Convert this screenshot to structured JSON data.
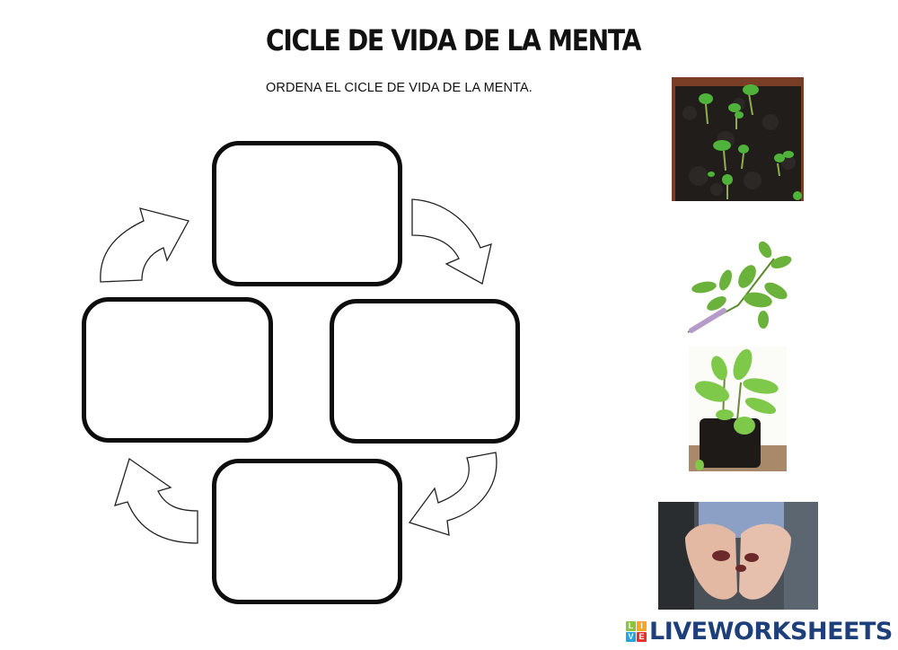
{
  "worksheet": {
    "title": "CICLE DE VIDA DE LA MENTA",
    "instruction": "ORDENA EL CICLE DE VIDA DE LA MENTA."
  },
  "cycle_diagram": {
    "drop_boxes": [
      {
        "position": "top",
        "content": ""
      },
      {
        "position": "right",
        "content": ""
      },
      {
        "position": "bottom",
        "content": ""
      },
      {
        "position": "left",
        "content": ""
      }
    ],
    "arrows": [
      {
        "position": "top-right",
        "direction": "clockwise"
      },
      {
        "position": "bottom-right",
        "direction": "clockwise"
      },
      {
        "position": "bottom-left",
        "direction": "clockwise"
      },
      {
        "position": "top-left",
        "direction": "clockwise"
      }
    ]
  },
  "draggable_images": [
    {
      "name": "seedlings-in-soil",
      "description": "Seedlings sprouting in soil"
    },
    {
      "name": "mint-sprig-flowering",
      "description": "Mint sprig with flowers"
    },
    {
      "name": "young-mint-plant",
      "description": "Young mint plant in soil plug"
    },
    {
      "name": "seeds-in-hands",
      "description": "Hands holding seeds"
    }
  ],
  "footer": {
    "logo_letters": [
      "L",
      "I",
      "V",
      "E"
    ],
    "logo_colors": [
      "#8bc53f",
      "#f5a623",
      "#29a3e0",
      "#e5322d"
    ],
    "brand": "LIVEWORKSHEETS",
    "brand_color": "#1d3f7a"
  }
}
